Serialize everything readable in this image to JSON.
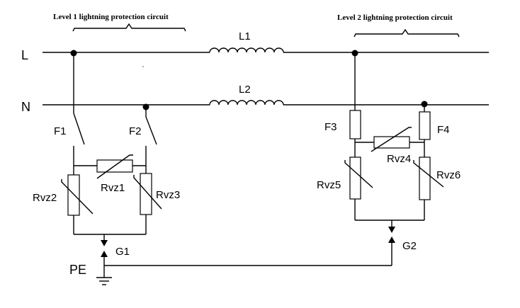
{
  "titles": {
    "level1": "Level 1 lightning protection circuit",
    "level2": "Level 2 lightning protection circuit"
  },
  "lines": {
    "L": "L",
    "N": "N",
    "PE": "PE"
  },
  "inductors": {
    "L1": "L1",
    "L2": "L2"
  },
  "fuses": {
    "F1": "F1",
    "F2": "F2",
    "F3": "F3",
    "F4": "F4"
  },
  "varistors": {
    "Rvz1": "Rvz1",
    "Rvz2": "Rvz2",
    "Rvz3": "Rvz3",
    "Rvz4": "Rvz4",
    "Rvz5": "Rvz5",
    "Rvz6": "Rvz6"
  },
  "gaps": {
    "G1": "G1",
    "G2": "G2"
  }
}
